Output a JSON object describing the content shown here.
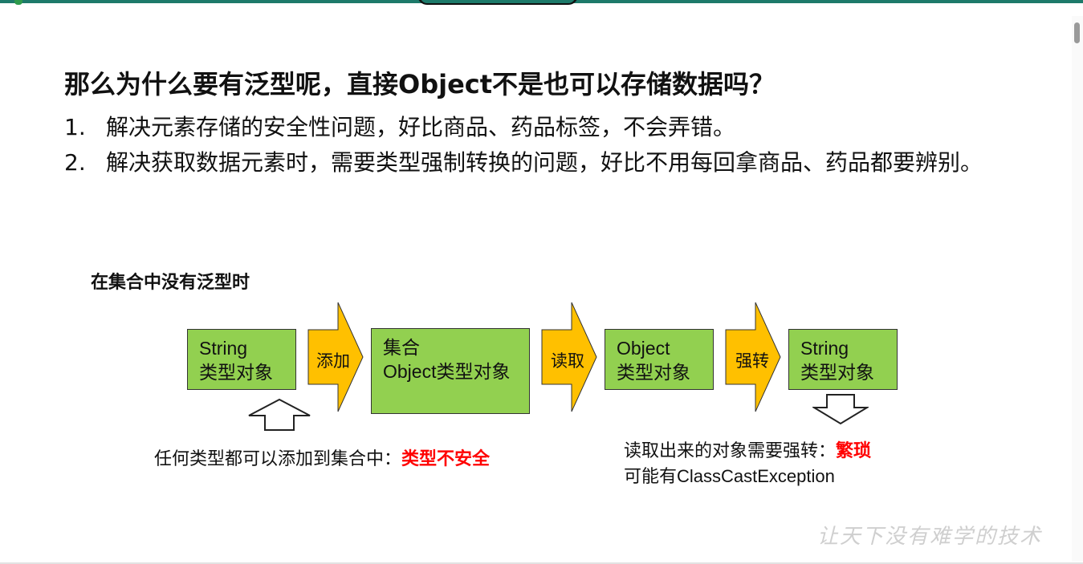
{
  "slide": {
    "heading": "那么为什么要有泛型呢，直接Object不是也可以存储数据吗？",
    "points": [
      {
        "num": "1.",
        "text": "解决元素存储的安全性问题，好比商品、药品标签，不会弄错。"
      },
      {
        "num": "2.",
        "text": "解决获取数据元素时，需要类型强制转换的问题，好比不用每回拿商品、药品都要辨别。"
      }
    ],
    "diagram_caption": "在集合中没有泛型时"
  },
  "diagram": {
    "box1": {
      "line1": "String",
      "line2": "类型对象"
    },
    "arrow1": "添加",
    "box2": {
      "line1": "集合",
      "line2": "Object类型对象"
    },
    "arrow2": "读取",
    "box3": {
      "line1": "Object",
      "line2": "类型对象"
    },
    "arrow3": "强转",
    "box4": {
      "line1": "String",
      "line2": "类型对象"
    },
    "note_left": {
      "text": "任何类型都可以添加到集合中：",
      "warning": "类型不安全"
    },
    "note_right": {
      "text": "读取出来的对象需要强转：",
      "warning": "繁琐",
      "line2": "可能有ClassCastException"
    },
    "colors": {
      "box_fill": "#92d050",
      "arrow_fill": "#ffc000",
      "warning": "#ff0000"
    }
  },
  "watermark": "让天下没有难学的技术"
}
